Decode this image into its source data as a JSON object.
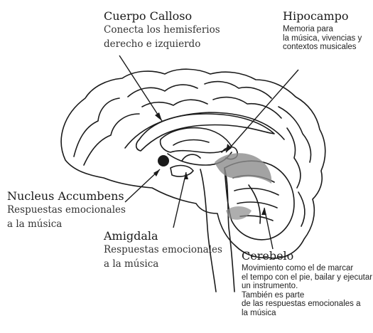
{
  "labels": {
    "cuerpo_calloso": {
      "title": "Cuerpo Calloso",
      "lines": [
        "Conecta los hemisferios",
        "derecho e izquierdo"
      ]
    },
    "hipocampo": {
      "title": "Hipocampo",
      "lines": [
        "Memoria para",
        "la música, vivencias y",
        "contextos musicales"
      ]
    },
    "nucleus_accumbens": {
      "title": "Nucleus Accumbens",
      "lines": [
        "Respuestas emocionales",
        "a la música"
      ]
    },
    "amigdala": {
      "title": "Amigdala",
      "lines": [
        "Respuestas emocionales",
        "a la música"
      ]
    },
    "cerebelo": {
      "title": "Cerebelo",
      "lines": [
        "Movimiento como el de marcar",
        "el tempo con el pie, bailar y ejecutar",
        "un instrumento.",
        "También es parte",
        "de las respuestas emocionales a",
        "la música"
      ]
    }
  },
  "colors": {
    "ink": "#1a1a1a",
    "fill_gray": "#8c8c8c",
    "background": "#ffffff"
  }
}
